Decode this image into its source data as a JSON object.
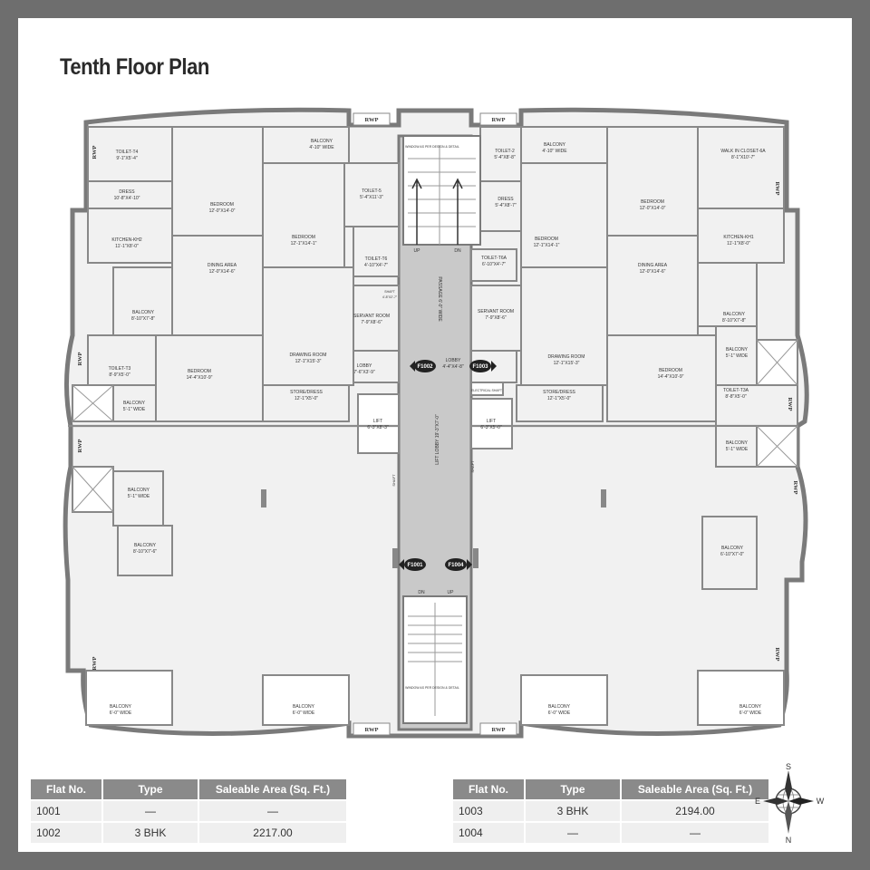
{
  "title": "Tenth Floor Plan",
  "rooms_left": [
    {
      "name": "TOILET-T4",
      "size": "9'-1\"X5'-4\""
    },
    {
      "name": "DRESS",
      "size": "10'-8\"X4'-10\""
    },
    {
      "name": "KITCHEN-KH2",
      "size": "11'-1\"X8'-0\""
    },
    {
      "name": "BEDROOM",
      "size": "12'-0\"X14'-0\""
    },
    {
      "name": "BALCONY",
      "size": "4'-10\" WIDE"
    },
    {
      "name": "BEDROOM",
      "size": "12'-1\"X14'-1\""
    },
    {
      "name": "TOILET-5",
      "size": "5'-4\"X11'-3\""
    },
    {
      "name": "TOILET-T6",
      "size": "4'-10\"X4'-7\""
    },
    {
      "name": "SHAFT",
      "size": "4'-8\"X2'-7\""
    },
    {
      "name": "SERVANT ROOM",
      "size": "7'-9\"X8'-6\""
    },
    {
      "name": "DINING AREA",
      "size": "12'-0\"X14'-6\""
    },
    {
      "name": "BALCONY",
      "size": "8'-10\"X7'-8\""
    },
    {
      "name": "DRAWING ROOM",
      "size": "12'-1\"X15'-3\""
    },
    {
      "name": "LOBBY",
      "size": "7'-6\"X3'-9\""
    },
    {
      "name": "TOILET-T3",
      "size": "8'-9\"X5'-0\""
    },
    {
      "name": "BEDROOM",
      "size": "14'-4\"X10'-9\""
    },
    {
      "name": "BALCONY",
      "size": "5'-1\" WIDE"
    },
    {
      "name": "STORE/DRESS",
      "size": "12'-1\"X5'-0\""
    },
    {
      "name": "LIFT",
      "size": "6'-3\"X8'-3\""
    }
  ],
  "rooms_right": [
    {
      "name": "TOILET-2",
      "size": "5'-4\"X8'-8\""
    },
    {
      "name": "DRESS",
      "size": "5'-4\"X8'-7\""
    },
    {
      "name": "BALCONY",
      "size": "4'-10\" WIDE"
    },
    {
      "name": "BEDROOM",
      "size": "12'-0\"X14'-0\""
    },
    {
      "name": "WALK IN CLOSET-6A",
      "size": "8'-1\"X10'-7\""
    },
    {
      "name": "BEDROOM",
      "size": "12'-1\"X14'-1\""
    },
    {
      "name": "TOILET-T6A",
      "size": "6'-10\"X4'-7\""
    },
    {
      "name": "KITCHEN-KH1",
      "size": "11'-1\"X8'-0\""
    },
    {
      "name": "DINING AREA",
      "size": "12'-0\"X14'-6\""
    },
    {
      "name": "SERVANT ROOM",
      "size": "7'-9\"X8'-6\""
    },
    {
      "name": "BALCONY",
      "size": "8'-10\"X7'-8\""
    },
    {
      "name": "DRAWING ROOM",
      "size": "12'-1\"X15'-3\""
    },
    {
      "name": "BALCONY",
      "size": "5'-1\" WIDE"
    },
    {
      "name": "BEDROOM",
      "size": "14'-4\"X10'-9\""
    },
    {
      "name": "TOILET-T3A",
      "size": "8'-8\"X5'-0\""
    },
    {
      "name": "STORE/DRESS",
      "size": "12'-1\"X5'-0\""
    },
    {
      "name": "LOBBY",
      "size": "4'-4\"X4'-8\""
    },
    {
      "name": "ELECTRICAL SHAFT",
      "size": ""
    },
    {
      "name": "LIFT",
      "size": "6'-3\"X5'-0\""
    }
  ],
  "rooms_lower": [
    {
      "name": "BALCONY",
      "size": "5'-1\" WIDE"
    },
    {
      "name": "BALCONY",
      "size": "8'-10\"X7'-6\""
    },
    {
      "name": "BALCONY",
      "size": "5'-1\" WIDE"
    },
    {
      "name": "BALCONY",
      "size": "6'-10\"X7'-0\""
    },
    {
      "name": "BALCONY",
      "size": "6'-0\" WIDE"
    },
    {
      "name": "BALCONY",
      "size": "6'-0\" WIDE"
    },
    {
      "name": "BALCONY",
      "size": "6'-0\" WIDE"
    },
    {
      "name": "BALCONY",
      "size": "6'-0\" WIDE"
    }
  ],
  "core": {
    "passage": "PASSAGE 6'-0\" WIDE",
    "lift_lobby": "LIFT LOBBY 19'-3\"X7'-0\"",
    "up": "UP",
    "dn": "DN",
    "window_note": "WINDOW AS PER DESIGN & DETAIL",
    "rwp": "RWP",
    "shaft": "SHAFT"
  },
  "flat_markers": [
    "F1001",
    "F1002",
    "F1003",
    "F1004"
  ],
  "table_left": {
    "headers": [
      "Flat No.",
      "Type",
      "Saleable Area (Sq. Ft.)"
    ],
    "rows": [
      [
        "1001",
        "—",
        "—"
      ],
      [
        "1002",
        "3 BHK",
        "2217.00"
      ]
    ]
  },
  "table_right": {
    "headers": [
      "Flat No.",
      "Type",
      "Saleable Area (Sq. Ft.)"
    ],
    "rows": [
      [
        "1003",
        "3 BHK",
        "2194.00"
      ],
      [
        "1004",
        "—",
        "—"
      ]
    ]
  },
  "compass": {
    "n": "N",
    "s": "S",
    "e": "E",
    "w": "W"
  }
}
